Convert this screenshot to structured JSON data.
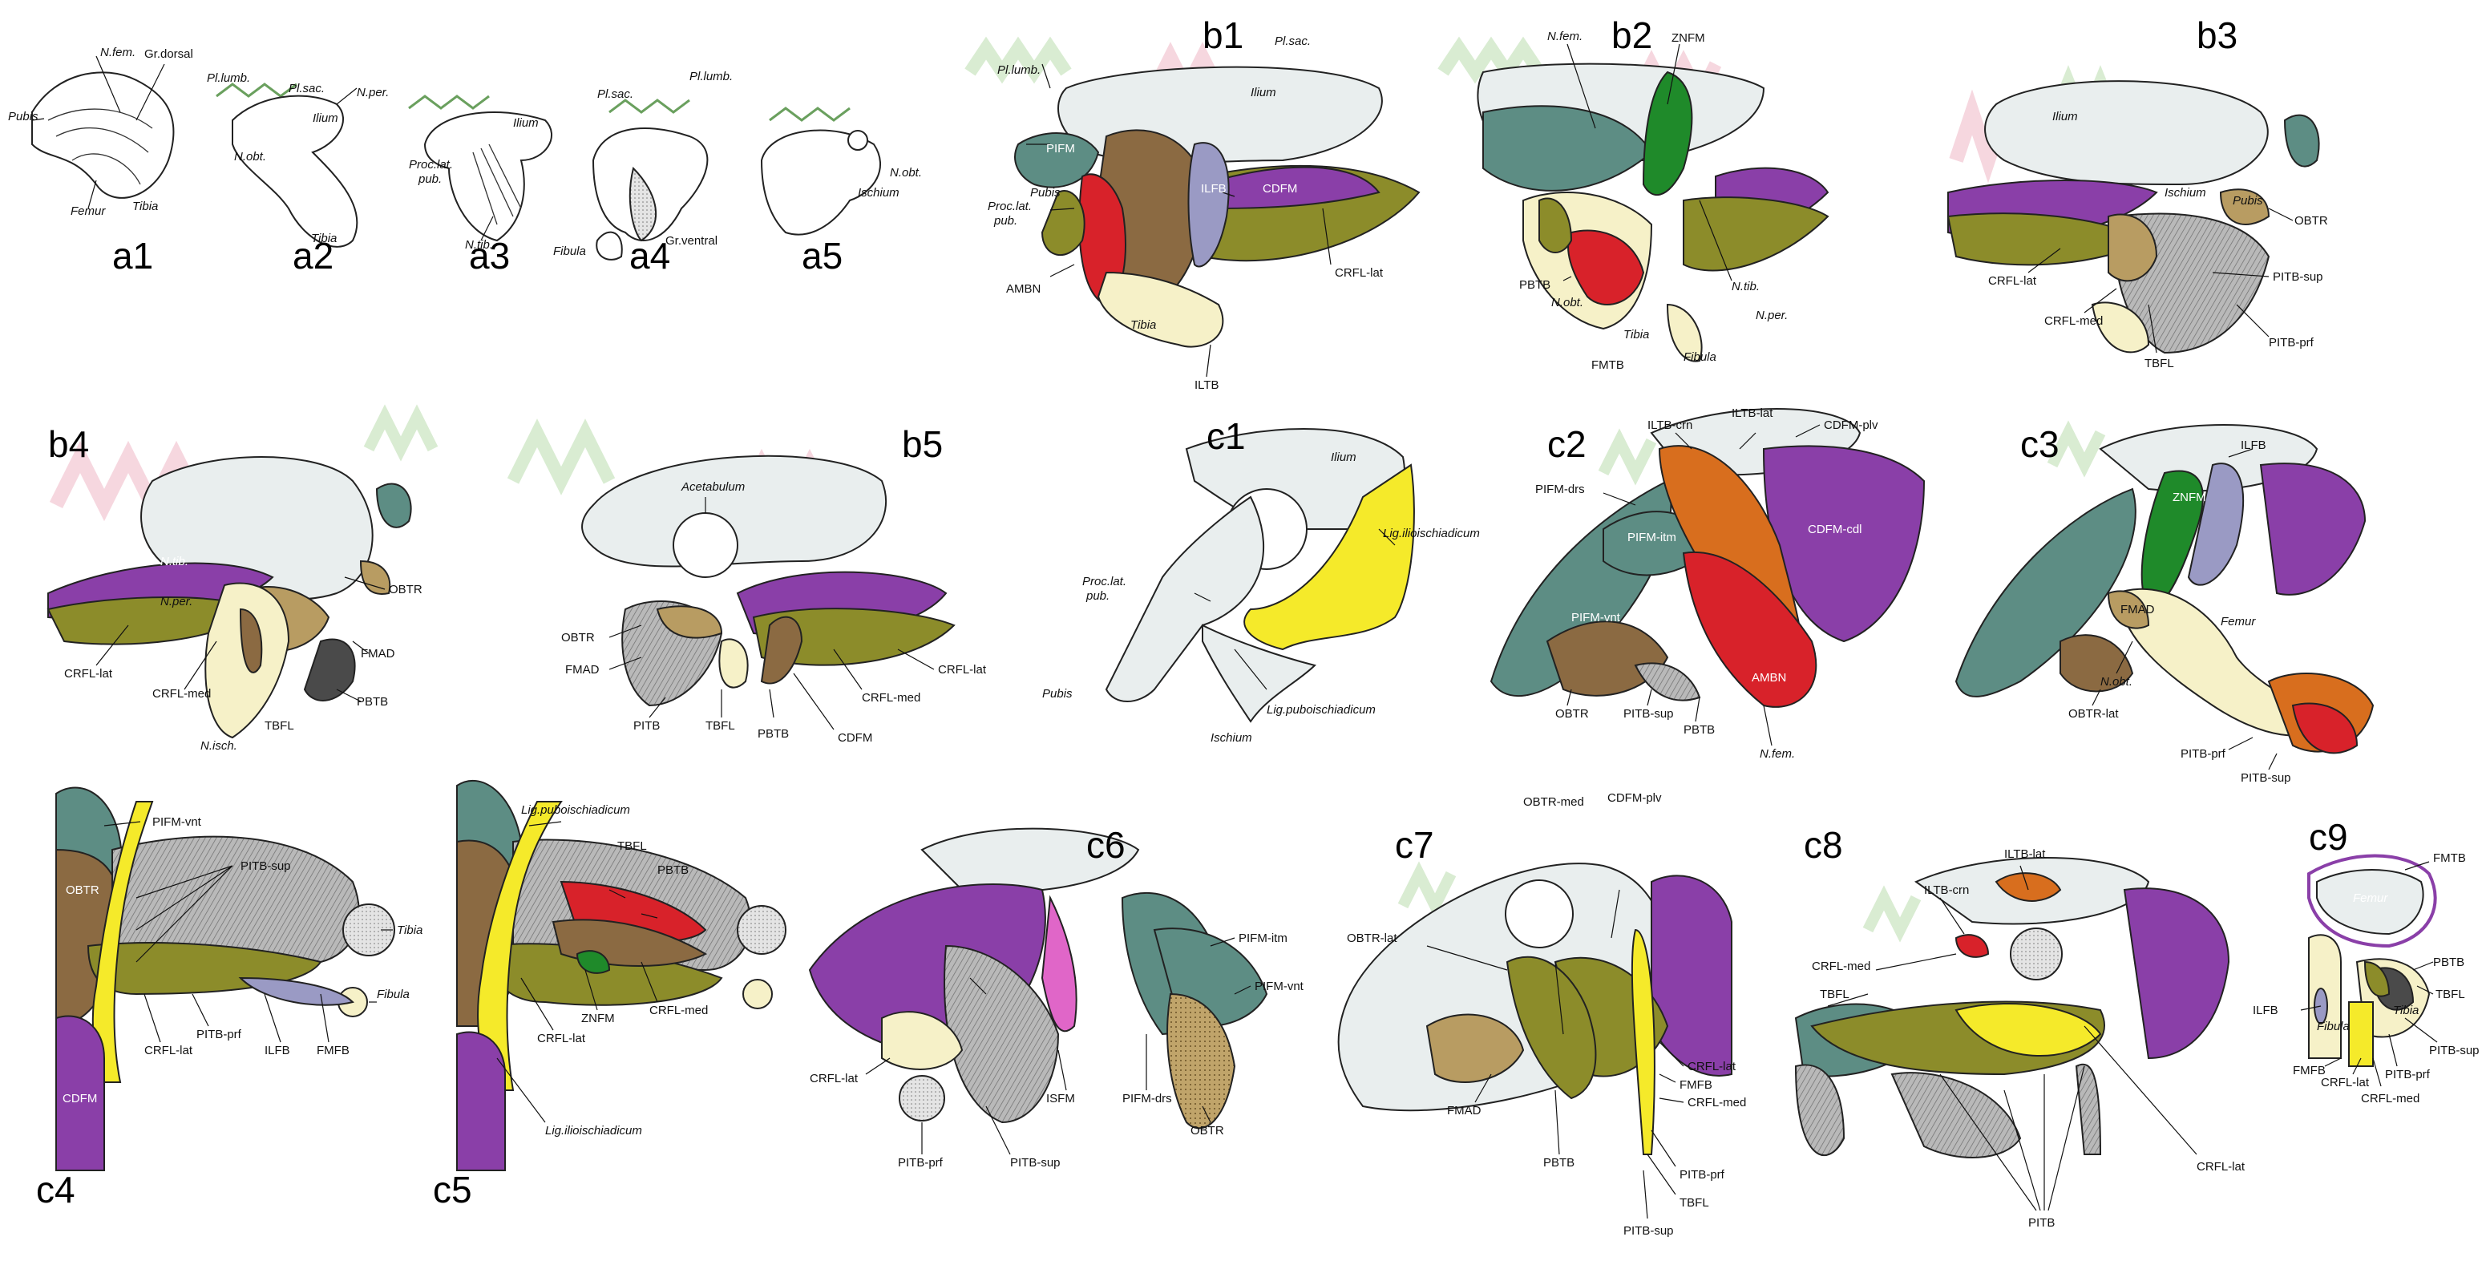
{
  "colors": {
    "bone": "#f6f1c8",
    "cartilage": "#e9eeee",
    "plexus_lumbar": "#d9ecd2",
    "plexus_sacral": "#f6d7df",
    "purple": "#8a3fa8",
    "olive": "#8c8c2a",
    "yellow": "#f5ea2a",
    "teal": "#5d8d84",
    "brown": "#8b6a42",
    "red": "#d8222a",
    "orange": "#d86e1e",
    "green": "#1f8a2a",
    "lavender": "#9a9ac4",
    "grey": "#a8a8a8",
    "khaki": "#b89c62"
  },
  "panels": {
    "a1": "a1",
    "a2": "a2",
    "a3": "a3",
    "a4": "a4",
    "a5": "a5",
    "b1": "b1",
    "b2": "b2",
    "b3": "b3",
    "b4": "b4",
    "b5": "b5",
    "c1": "c1",
    "c2": "c2",
    "c3": "c3",
    "c4": "c4",
    "c5": "c5",
    "c6": "c6",
    "c7": "c7",
    "c8": "c8",
    "c9": "c9"
  },
  "a1": [
    "N.fem.",
    "Gr.dorsal",
    "Pubis",
    "Femur",
    "Tibia"
  ],
  "a2": [
    "Pl.lumb.",
    "Pl.sac.",
    "N.per.",
    "Ilium",
    "N.obt.",
    "Tibia"
  ],
  "a3": [
    "Ilium",
    "Proc.lat.",
    "pub.",
    "N.tib."
  ],
  "a4": [
    "Pl.sac.",
    "Pl.lumb.",
    "Fibula",
    "Gr.ventral"
  ],
  "a5": [
    "N.obt.",
    "Ischium"
  ],
  "b1": [
    "Pl.lumb.",
    "Pl.sac.",
    "Ilium",
    "PIFM",
    "Proc.lat.",
    "pub.",
    "Pubis",
    "ILFB",
    "CDFM",
    "CRFL-lat",
    "AMBN",
    "Tibia",
    "ILTB"
  ],
  "b2": [
    "N.fem.",
    "ZNFM",
    "PBTB",
    "N.obt.",
    "Tibia",
    "FMTB",
    "Fibula",
    "N.tib.",
    "N.per."
  ],
  "b3": [
    "Ilium",
    "Ischium",
    "Pubis",
    "OBTR",
    "CRFL-lat",
    "PITB-sup",
    "CRFL-med",
    "PITB-prf",
    "TBFL"
  ],
  "b4": [
    "N.tib.",
    "N.per.",
    "OBTR",
    "CRFL-lat",
    "FMAD",
    "CRFL-med",
    "PBTB",
    "N.isch.",
    "TBFL"
  ],
  "b5": [
    "Acetabulum",
    "OBTR",
    "FMAD",
    "CRFL-lat",
    "CRFL-med",
    "PITB",
    "TBFL",
    "PBTB",
    "CDFM"
  ],
  "c1": [
    "Ilium",
    "Lig.ilioischiadicum",
    "Proc.lat.",
    "pub.",
    "Pubis",
    "Lig.puboischiadicum",
    "Ischium"
  ],
  "c2": [
    "ILTB-crn",
    "ILTB-lat",
    "CDFM-plv",
    "PIFM-drs",
    "PIFM-itm",
    "CDFM-cdl",
    "PIFM-vnt",
    "OBTR",
    "PITB-sup",
    "PBTB",
    "AMBN",
    "N.fem."
  ],
  "c3": [
    "ILFB",
    "ZNFM",
    "FMAD",
    "Femur",
    "OBTR-lat",
    "N.obt.",
    "PITB-prf",
    "PITB-sup"
  ],
  "c4": [
    "PIFM-vnt",
    "PITB-sup",
    "OBTR",
    "Tibia",
    "Fibula",
    "CDFM",
    "CRFL-lat",
    "PITB-prf",
    "ILFB",
    "FMFB"
  ],
  "c5": [
    "Lig.puboischiadicum",
    "TBFL",
    "PBTB",
    "ZNFM",
    "CRFL-med",
    "CRFL-lat",
    "Lig.ilioischiadicum"
  ],
  "c6": [
    "PIFM-itm",
    "PIFM-vnt",
    "CRFL-lat",
    "PIFM-drs",
    "ISFM",
    "OBTR",
    "PITB-prf",
    "PITB-sup"
  ],
  "c7": [
    "OBTR-med",
    "CDFM-plv",
    "OBTR-lat",
    "CRFL-lat",
    "FMFB",
    "CRFL-med",
    "FMAD",
    "PITB-prf",
    "PBTB",
    "TBFL",
    "PITB-sup"
  ],
  "c8": [
    "ILTB-lat",
    "ILTB-crn",
    "CRFL-med",
    "TBFL",
    "CRFL-lat",
    "PITB"
  ],
  "c9": [
    "FMTB",
    "Femur",
    "PBTB",
    "ILFB",
    "TBFL",
    "Tibia",
    "Fibula",
    "PITB-sup",
    "FMFB",
    "CRFL-lat",
    "PITB-prf",
    "CRFL-med"
  ]
}
